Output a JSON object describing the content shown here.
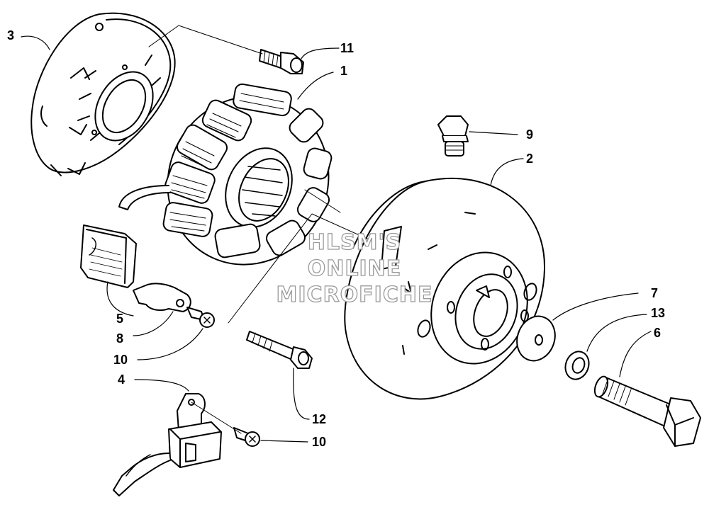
{
  "diagram": {
    "watermark": [
      "HLSM'S",
      "ONLINE",
      "MICROFICHE"
    ],
    "callouts": {
      "c1": "1",
      "c2": "2",
      "c3": "3",
      "c4": "4",
      "c5": "5",
      "c6": "6",
      "c7": "7",
      "c8": "8",
      "c9": "9",
      "c10a": "10",
      "c10b": "10",
      "c11": "11",
      "c12": "12",
      "c13": "13"
    }
  }
}
